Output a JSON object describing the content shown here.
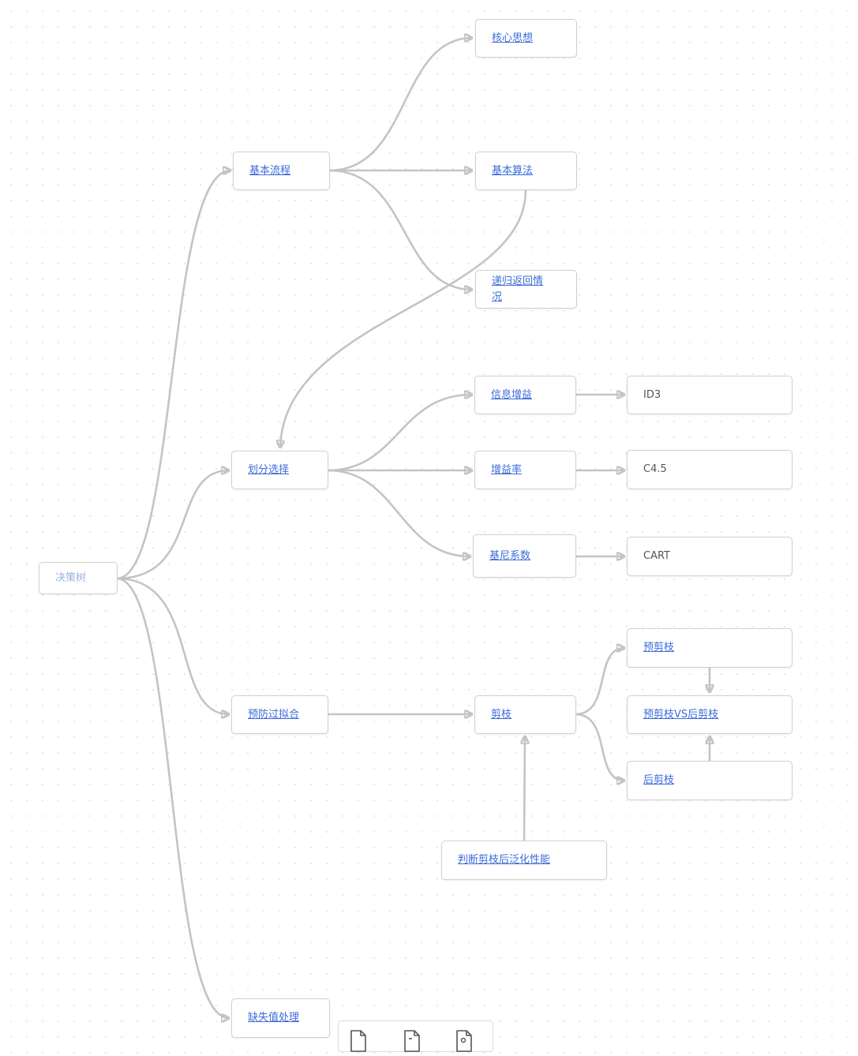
{
  "diagram": {
    "root": "决策树",
    "nodes": {
      "basic_flow": "基本流程",
      "core_idea": "核心思想",
      "basic_algorithm": "基本算法",
      "recursion_return": "递归返回情况",
      "split_choice": "划分选择",
      "info_gain": "信息增益",
      "gain_ratio": "增益率",
      "gini_index": "基尼系数",
      "id3": "ID3",
      "c45": "C4.5",
      "cart": "CART",
      "prevent_overfit": "预防过拟合",
      "pruning": "剪枝",
      "pre_pruning": "预剪枝",
      "pre_vs_post": "预剪枝VS后剪枝",
      "post_pruning": "后剪枝",
      "judge_generalization": "判断剪枝后泛化性能",
      "missing_values": "缺失值处理"
    }
  },
  "toolbar": {
    "icons": [
      "file-icon",
      "file-minus-icon",
      "file-search-icon"
    ]
  }
}
